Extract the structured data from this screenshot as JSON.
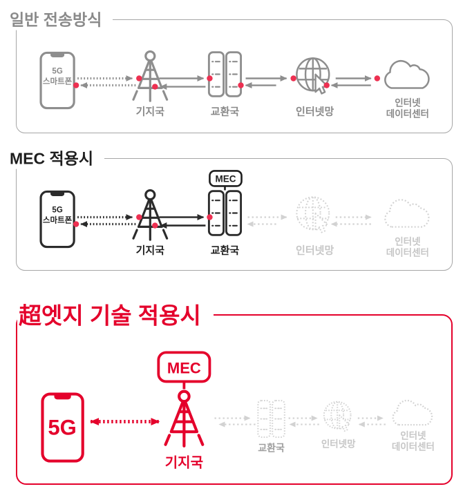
{
  "colors": {
    "accent_red": "#e4002b",
    "link_dot": "#ed3051",
    "active_gray": "#8e8e8e",
    "active_black": "#2b2b2b",
    "disabled_gray": "#d2d2d2",
    "disabled_label": "#c6c6c6",
    "panel_border": "#a6a6a6"
  },
  "panel1": {
    "title": "일반 전송방식",
    "phone_label_line1": "5G",
    "phone_label_line2": "스마트폰",
    "base_station_label": "기지국",
    "exchange_label": "교환국",
    "internet_label": "인터넷망",
    "datacenter_label_line1": "인터넷",
    "datacenter_label_line2": "데이터센터"
  },
  "panel2": {
    "title": "MEC 적용시",
    "mec_badge": "MEC",
    "phone_label_line1": "5G",
    "phone_label_line2": "스마트폰",
    "base_station_label": "기지국",
    "exchange_label": "교환국",
    "internet_label": "인터넷망",
    "datacenter_label_line1": "인터넷",
    "datacenter_label_line2": "데이터센터"
  },
  "panel3": {
    "title": "超엣지 기술 적용시",
    "mec_badge": "MEC",
    "phone_label": "5G",
    "base_station_label": "기지국",
    "exchange_label": "교환국",
    "internet_label": "인터넷망",
    "datacenter_label_line1": "인터넷",
    "datacenter_label_line2": "데이터센터"
  }
}
